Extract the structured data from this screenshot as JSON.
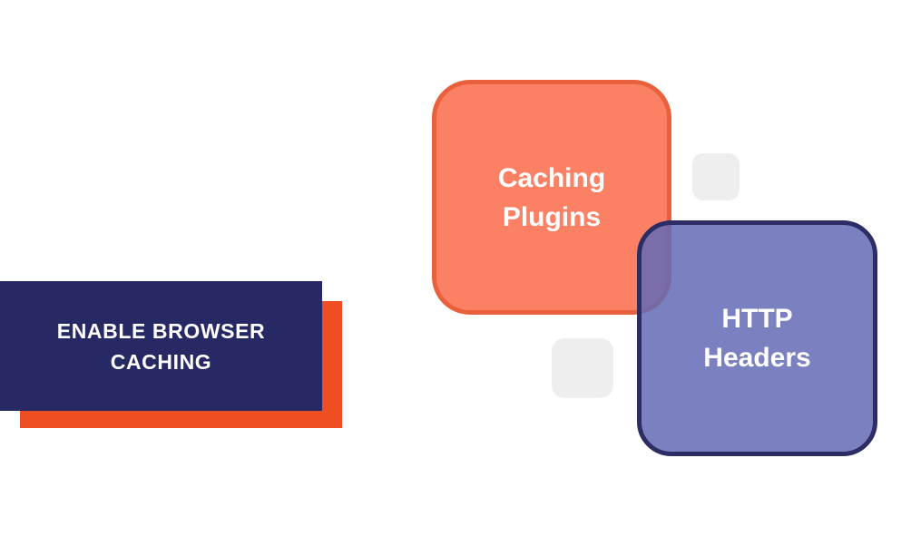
{
  "diagram": {
    "title_card": {
      "lines": [
        "ENABLE BROWSER",
        "CACHING"
      ],
      "full_text": "ENABLE BROWSER CACHING"
    },
    "nodes": [
      {
        "id": "caching-plugins",
        "lines": [
          "Caching",
          "Plugins"
        ],
        "full_text": "Caching Plugins"
      },
      {
        "id": "http-headers",
        "lines": [
          "HTTP",
          "Headers"
        ],
        "full_text": "HTTP Headers"
      }
    ]
  },
  "colors": {
    "background": "#FFFFFF",
    "navy": "#262963",
    "orange_red": "#EF4E23",
    "salmon_fill": "#FC8164",
    "salmon_border": "#E8603C",
    "purple_fill": "rgba(100,106,182,0.85)",
    "purple_border": "#2B2D64",
    "decor_gray": "#EEEEEE",
    "text_white": "#FFFFFF"
  }
}
